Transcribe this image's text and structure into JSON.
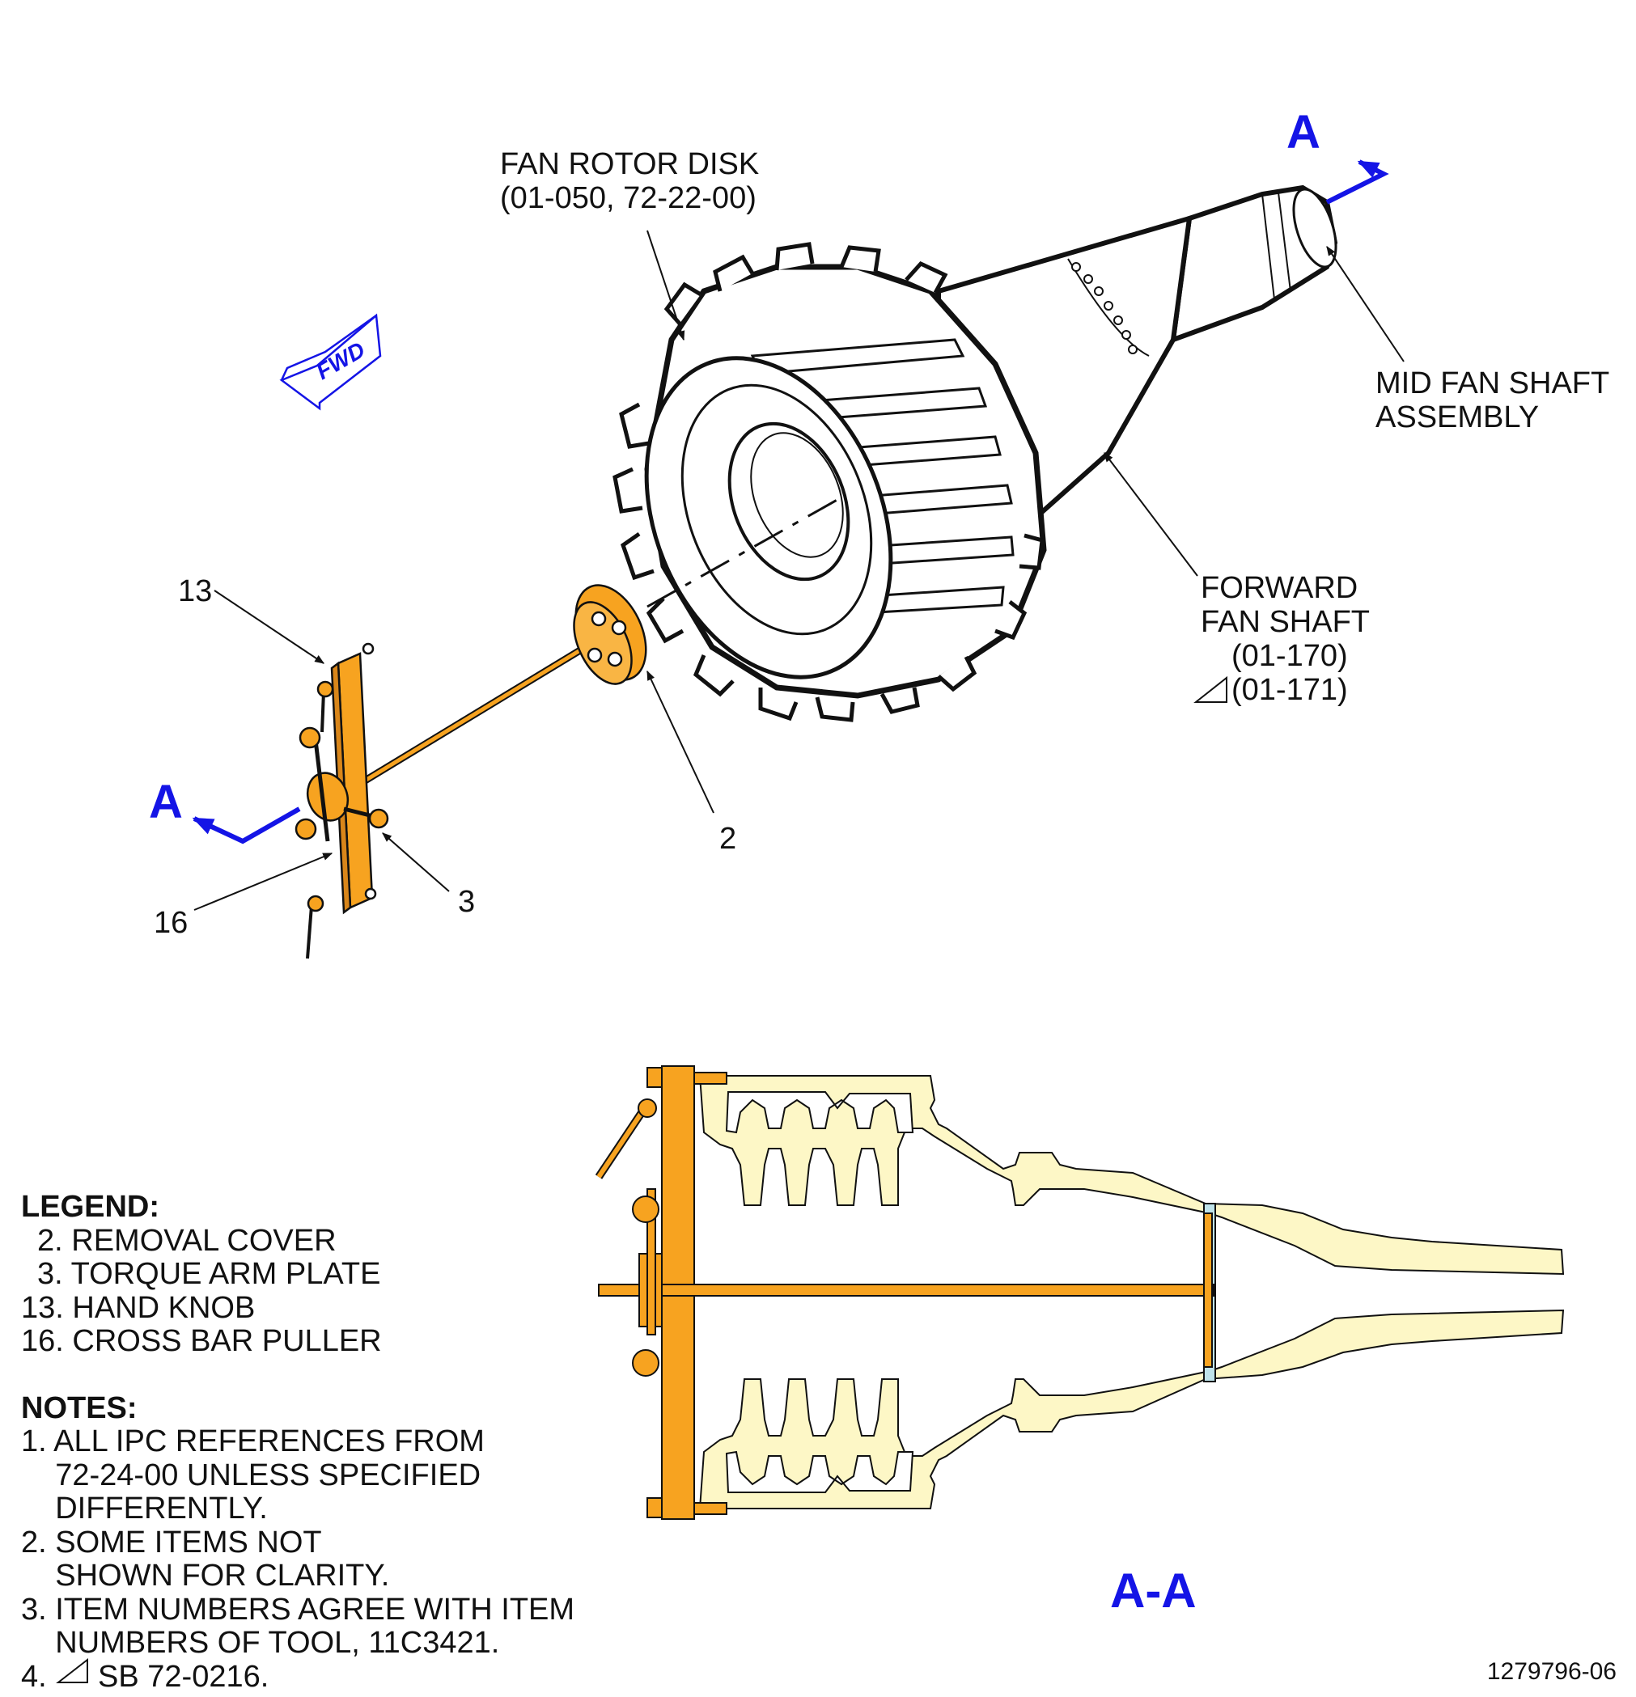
{
  "labels": {
    "fan_rotor_disk_line1": "FAN ROTOR DISK",
    "fan_rotor_disk_line2": "(01-050, 72-22-00)",
    "mid_fan_shaft_line1": "MID FAN SHAFT",
    "mid_fan_shaft_line2": "ASSEMBLY",
    "forward_fan_shaft_line1": "FORWARD",
    "forward_fan_shaft_line2": "FAN SHAFT",
    "forward_fan_shaft_line3": "(01-170)",
    "forward_fan_shaft_line4": "(01-171)",
    "fwd": "FWD"
  },
  "callouts": {
    "item_13": "13",
    "item_16": "16",
    "item_3": "3",
    "item_2": "2"
  },
  "section": {
    "cut_letter_top": "A",
    "cut_letter_left": "A",
    "view_label": "A-A"
  },
  "legend": {
    "title": "LEGEND:",
    "items": [
      "2. REMOVAL COVER",
      "3. TORQUE ARM PLATE",
      "13. HAND KNOB",
      "16. CROSS BAR PULLER"
    ]
  },
  "notes": {
    "title": "NOTES:",
    "items": [
      "1. ALL IPC REFERENCES FROM",
      "    72-24-00 UNLESS SPECIFIED",
      "    DIFFERENTLY.",
      "2. SOME ITEMS NOT",
      "    SHOWN FOR CLARITY.",
      "3. ITEM NUMBERS AGREE WITH ITEM",
      "    NUMBERS OF TOOL, 11C3421.",
      "4.      SB 72-0216."
    ]
  },
  "figure_number": "1279796-06",
  "colors": {
    "tool": "#f7a320",
    "section_part": "#fdf7c6",
    "cut_arrow": "#1414e6",
    "spacer": "#bfe3ea"
  }
}
